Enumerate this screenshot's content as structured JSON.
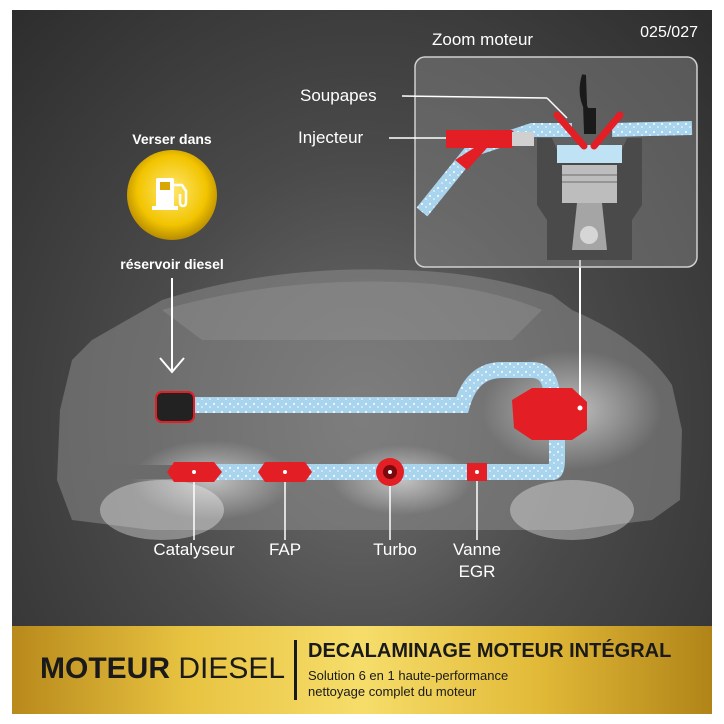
{
  "counter": "025/027",
  "zoom": {
    "title": "Zoom moteur",
    "soupapes": "Soupapes",
    "injecteur": "Injecteur"
  },
  "fuel": {
    "line1": "Verser dans",
    "line2": "réservoir diesel"
  },
  "components": {
    "catalyseur": "Catalyseur",
    "fap": "FAP",
    "turbo": "Turbo",
    "vanne_line1": "Vanne",
    "vanne_line2": "EGR"
  },
  "banner": {
    "left_bold": "MOTEUR",
    "left_regular": "DIESEL",
    "title": "DECALAMINAGE MOTEUR INTÉGRAL",
    "subtitle_line1": "Solution 6 en 1 haute-performance",
    "subtitle_line2": "nettoyage complet du moteur"
  },
  "colors": {
    "background": "#3c3c3c",
    "component_red": "#e31e24",
    "pipe_blue": "#a9d4ee",
    "fuel_circle": "#f2c400",
    "banner_gold": "#e8c341"
  },
  "icons": {
    "fuel": "fuel-pump-icon"
  }
}
